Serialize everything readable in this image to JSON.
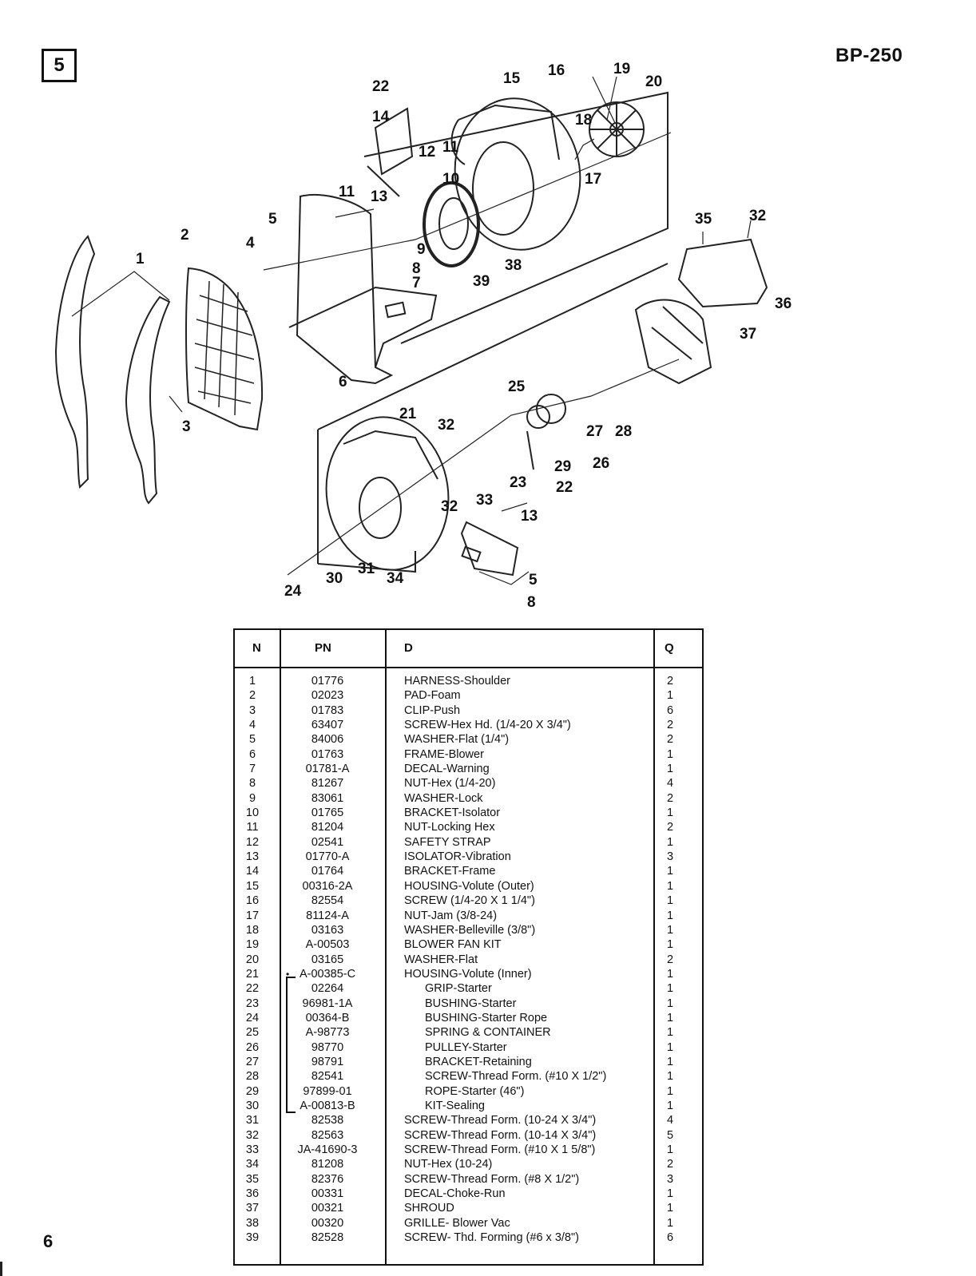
{
  "page": {
    "section_number": "5",
    "model": "BP-250",
    "page_number": "6"
  },
  "diagram": {
    "callouts": [
      "1",
      "2",
      "3",
      "4",
      "5",
      "6",
      "7",
      "8",
      "9",
      "10",
      "11",
      "11",
      "12",
      "13",
      "14",
      "15",
      "16",
      "17",
      "18",
      "19",
      "20",
      "21",
      "22",
      "22",
      "23",
      "24",
      "25",
      "26",
      "27",
      "28",
      "29",
      "30",
      "31",
      "32",
      "32",
      "32",
      "33",
      "34",
      "35",
      "36",
      "37",
      "38",
      "39",
      "13",
      "5",
      "8"
    ]
  },
  "table": {
    "headers": {
      "n": "N",
      "pn": "PN",
      "d": "D",
      "q": "Q"
    },
    "rows": [
      {
        "n": "1",
        "pn": "01776",
        "d": "HARNESS-Shoulder",
        "q": "2"
      },
      {
        "n": "2",
        "pn": "02023",
        "d": "PAD-Foam",
        "q": "1"
      },
      {
        "n": "3",
        "pn": "01783",
        "d": "CLIP-Push",
        "q": "6"
      },
      {
        "n": "4",
        "pn": "63407",
        "d": "SCREW-Hex Hd. (1/4-20 X 3/4\")",
        "q": "2"
      },
      {
        "n": "5",
        "pn": "84006",
        "d": "WASHER-Flat (1/4\")",
        "q": "2"
      },
      {
        "n": "6",
        "pn": "01763",
        "d": "FRAME-Blower",
        "q": "1"
      },
      {
        "n": "7",
        "pn": "01781-A",
        "d": "DECAL-Warning",
        "q": "1"
      },
      {
        "n": "8",
        "pn": "81267",
        "d": "NUT-Hex (1/4-20)",
        "q": "4"
      },
      {
        "n": "9",
        "pn": "83061",
        "d": "WASHER-Lock",
        "q": "2"
      },
      {
        "n": "10",
        "pn": "01765",
        "d": "BRACKET-Isolator",
        "q": "1"
      },
      {
        "n": "11",
        "pn": "81204",
        "d": "NUT-Locking Hex",
        "q": "2"
      },
      {
        "n": "12",
        "pn": "02541",
        "d": "SAFETY STRAP",
        "q": "1"
      },
      {
        "n": "13",
        "pn": "01770-A",
        "d": "ISOLATOR-Vibration",
        "q": "3"
      },
      {
        "n": "14",
        "pn": "01764",
        "d": "BRACKET-Frame",
        "q": "1"
      },
      {
        "n": "15",
        "pn": "00316-2A",
        "d": "HOUSING-Volute (Outer)",
        "q": "1"
      },
      {
        "n": "16",
        "pn": "82554",
        "d": "SCREW (1/4-20 X 1 1/4\")",
        "q": "1"
      },
      {
        "n": "17",
        "pn": "81124-A",
        "d": "NUT-Jam (3/8-24)",
        "q": "1"
      },
      {
        "n": "18",
        "pn": "03163",
        "d": "WASHER-Belleville (3/8\")",
        "q": "1"
      },
      {
        "n": "19",
        "pn": "A-00503",
        "d": "BLOWER FAN KIT",
        "q": "1"
      },
      {
        "n": "20",
        "pn": "03165",
        "d": "WASHER-Flat",
        "q": "2"
      },
      {
        "n": "21",
        "pn": "A-00385-C",
        "d": "HOUSING-Volute (Inner)",
        "q": "1"
      },
      {
        "n": "22",
        "pn": "02264",
        "d": "GRIP-Starter",
        "q": "1",
        "sub": true
      },
      {
        "n": "23",
        "pn": "96981-1A",
        "d": "BUSHING-Starter",
        "q": "1",
        "sub": true
      },
      {
        "n": "24",
        "pn": "00364-B",
        "d": "BUSHING-Starter Rope",
        "q": "1",
        "sub": true
      },
      {
        "n": "25",
        "pn": "A-98773",
        "d": "SPRING & CONTAINER",
        "q": "1",
        "sub": true
      },
      {
        "n": "26",
        "pn": "98770",
        "d": "PULLEY-Starter",
        "q": "1",
        "sub": true
      },
      {
        "n": "27",
        "pn": "98791",
        "d": "BRACKET-Retaining",
        "q": "1",
        "sub": true
      },
      {
        "n": "28",
        "pn": "82541",
        "d": "SCREW-Thread Form. (#10 X 1/2\")",
        "q": "1",
        "sub": true
      },
      {
        "n": "29",
        "pn": "97899-01",
        "d": "ROPE-Starter (46\")",
        "q": "1",
        "sub": true
      },
      {
        "n": "30",
        "pn": "A-00813-B",
        "d": "KIT-Sealing",
        "q": "1",
        "sub": true
      },
      {
        "n": "31",
        "pn": "82538",
        "d": "SCREW-Thread Form. (10-24 X 3/4\")",
        "q": "4"
      },
      {
        "n": "32",
        "pn": "82563",
        "d": "SCREW-Thread Form. (10-14 X 3/4\")",
        "q": "5"
      },
      {
        "n": "33",
        "pn": "JA-41690-3",
        "d": "SCREW-Thread Form. (#10 X 1 5/8\")",
        "q": "1"
      },
      {
        "n": "34",
        "pn": "81208",
        "d": "NUT-Hex (10-24)",
        "q": "2"
      },
      {
        "n": "35",
        "pn": "82376",
        "d": "SCREW-Thread Form. (#8 X 1/2\")",
        "q": "3"
      },
      {
        "n": "36",
        "pn": "00331",
        "d": "DECAL-Choke-Run",
        "q": "1"
      },
      {
        "n": "37",
        "pn": "00321",
        "d": "SHROUD",
        "q": "1"
      },
      {
        "n": "38",
        "pn": "00320",
        "d": "GRILLE- Blower Vac",
        "q": "1"
      },
      {
        "n": "39",
        "pn": "82528",
        "d": "SCREW- Thd. Forming (#6 x 3/8\")",
        "q": "6"
      }
    ],
    "kit_marker": "•"
  }
}
